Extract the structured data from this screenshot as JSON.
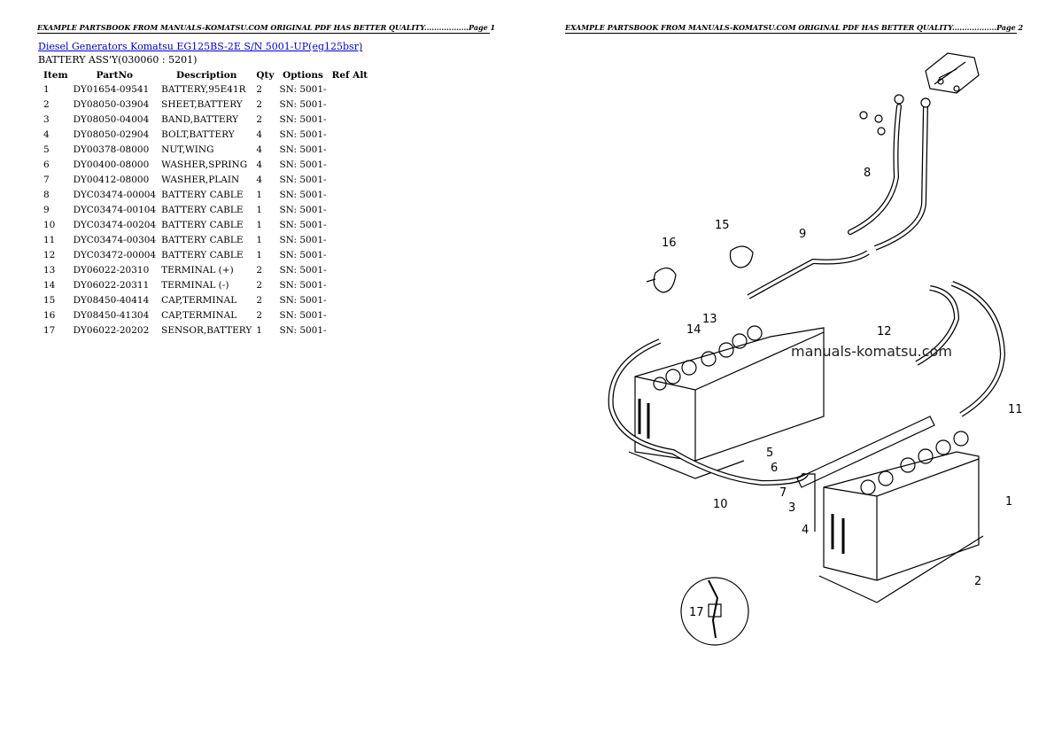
{
  "header": {
    "page1": "EXAMPLE PARTSBOOK FROM MANUALS-KOMATSU.COM ORIGINAL PDF HAS BETTER QUALITY..................Page 1",
    "page2": "EXAMPLE PARTSBOOK FROM MANUALS-KOMATSU.COM ORIGINAL PDF HAS BETTER QUALITY..................Page 2"
  },
  "title_link": "Diesel Generators Komatsu EG125BS-2E S/N 5001-UP(eg125bsr)",
  "assembly": "BATTERY ASS'Y(030060 : 5201)",
  "table": {
    "headers": [
      "Item",
      "PartNo",
      "Description",
      "Qty",
      "Options",
      "Ref Alt"
    ],
    "rows": [
      [
        "1",
        "DY01654-09541",
        "BATTERY,95E41R",
        "2",
        "SN: 5001-",
        ""
      ],
      [
        "2",
        "DY08050-03904",
        "SHEET,BATTERY",
        "2",
        "SN: 5001-",
        ""
      ],
      [
        "3",
        "DY08050-04004",
        "BAND,BATTERY",
        "2",
        "SN: 5001-",
        ""
      ],
      [
        "4",
        "DY08050-02904",
        "BOLT,BATTERY",
        "4",
        "SN: 5001-",
        ""
      ],
      [
        "5",
        "DY00378-08000",
        "NUT,WING",
        "4",
        "SN: 5001-",
        ""
      ],
      [
        "6",
        "DY00400-08000",
        "WASHER,SPRING",
        "4",
        "SN: 5001-",
        ""
      ],
      [
        "7",
        "DY00412-08000",
        "WASHER,PLAIN",
        "4",
        "SN: 5001-",
        ""
      ],
      [
        "8",
        "DYC03474-00004",
        "BATTERY CABLE",
        "1",
        "SN: 5001-",
        ""
      ],
      [
        "9",
        "DYC03474-00104",
        "BATTERY CABLE",
        "1",
        "SN: 5001-",
        ""
      ],
      [
        "10",
        "DYC03474-00204",
        "BATTERY CABLE",
        "1",
        "SN: 5001-",
        ""
      ],
      [
        "11",
        "DYC03474-00304",
        "BATTERY CABLE",
        "1",
        "SN: 5001-",
        ""
      ],
      [
        "12",
        "DYC03472-00004",
        "BATTERY CABLE",
        "1",
        "SN: 5001-",
        ""
      ],
      [
        "13",
        "DY06022-20310",
        "TERMINAL (+)",
        "2",
        "SN: 5001-",
        ""
      ],
      [
        "14",
        "DY06022-20311",
        "TERMINAL (-)",
        "2",
        "SN: 5001-",
        ""
      ],
      [
        "15",
        "DY08450-40414",
        "CAP,TERMINAL",
        "2",
        "SN: 5001-",
        ""
      ],
      [
        "16",
        "DY08450-41304",
        "CAP,TERMINAL",
        "2",
        "SN: 5001-",
        ""
      ],
      [
        "17",
        "DY06022-20202",
        "SENSOR,BATTERY",
        "1",
        "SN: 5001-",
        ""
      ]
    ]
  },
  "diagram": {
    "watermark": "manuals-komatsu.com",
    "callouts": [
      "1",
      "2",
      "3",
      "4",
      "5",
      "6",
      "7",
      "8",
      "9",
      "10",
      "11",
      "12",
      "13",
      "14",
      "15",
      "16",
      "17"
    ]
  }
}
